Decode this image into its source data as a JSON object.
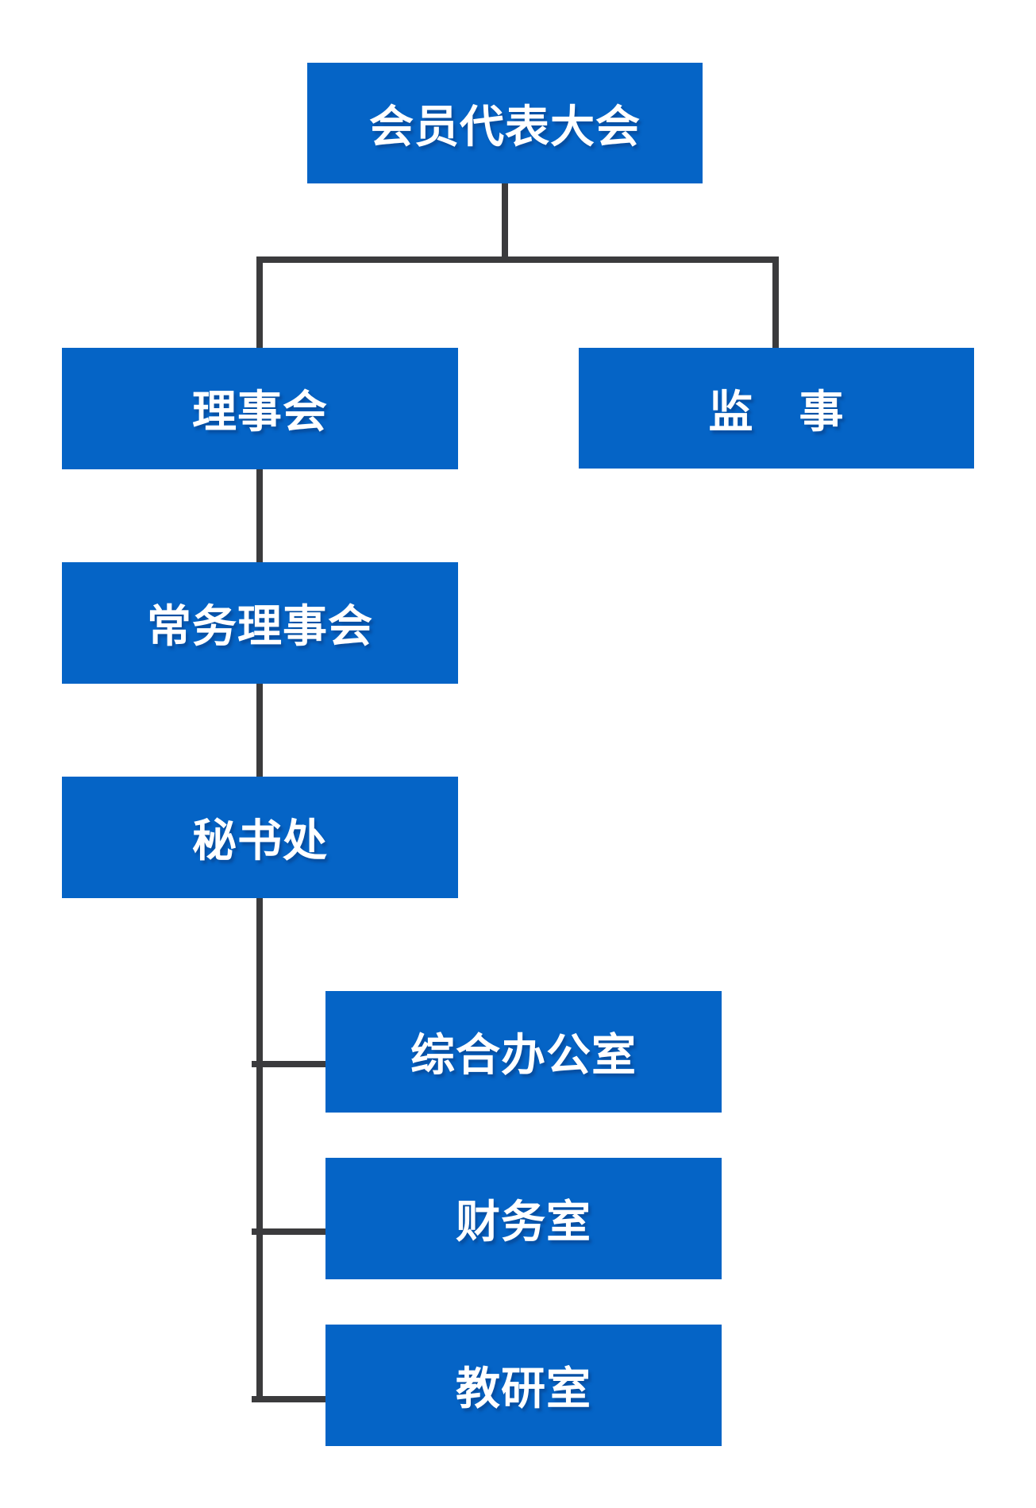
{
  "diagram": {
    "type": "org-chart",
    "colors": {
      "node_fill": "#0564C6",
      "node_text": "#FFFFFF",
      "connector": "#3B3B3D",
      "background": "#FFFFFF"
    },
    "nodes": {
      "member_congress": {
        "label": "会员代表大会"
      },
      "council": {
        "label": "理事会"
      },
      "supervisor": {
        "label": "监　事"
      },
      "standing_council": {
        "label": "常务理事会"
      },
      "secretariat": {
        "label": "秘书处"
      },
      "general_office": {
        "label": "综合办公室"
      },
      "finance_office": {
        "label": "财务室"
      },
      "teaching_research_office": {
        "label": "教研室"
      }
    },
    "edges": [
      {
        "from": "member_congress",
        "to": "council"
      },
      {
        "from": "member_congress",
        "to": "supervisor"
      },
      {
        "from": "council",
        "to": "standing_council"
      },
      {
        "from": "standing_council",
        "to": "secretariat"
      },
      {
        "from": "secretariat",
        "to": "general_office"
      },
      {
        "from": "secretariat",
        "to": "finance_office"
      },
      {
        "from": "secretariat",
        "to": "teaching_research_office"
      }
    ]
  }
}
